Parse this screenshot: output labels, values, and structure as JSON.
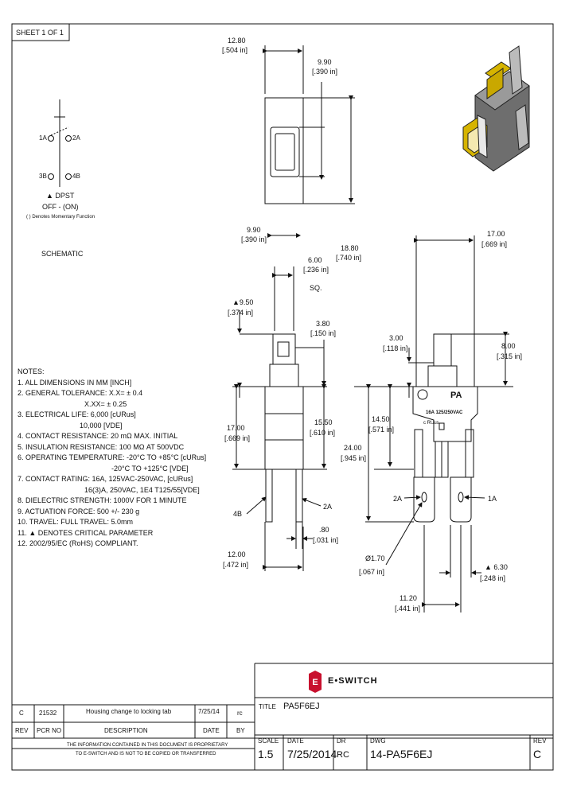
{
  "sheet": "SHEET 1 OF 1",
  "schematic": {
    "pins": [
      "1A",
      "2A",
      "3B",
      "4B"
    ],
    "type": "DPST",
    "action": "OFF - (ON)",
    "note": "( ) Denotes Momentary Function",
    "label": "SCHEMATIC"
  },
  "top_view": {
    "width_mm": "12.80",
    "width_in": "[.504 in]",
    "depth_mm": "9.90",
    "depth_in": "[.390 in]",
    "bottom_mm": "9.90",
    "bottom_in": "[.390 in]",
    "height_mm": "18.80",
    "height_in": "[.740 in]"
  },
  "front_view": {
    "sq_mm": "6.00",
    "sq_in": "[.236 in]",
    "sq_label": "SQ.",
    "act_mm": "9.50",
    "act_in": "[.374 in]",
    "head_mm": "3.80",
    "head_in": "[.150 in]",
    "h_mm": "17.00",
    "h_in": "[.669 in]",
    "body_mm": "15.50",
    "body_in": "[.610 in]",
    "term_left": "4B",
    "term_right": "2A",
    "thick_mm": ".80",
    "thick_in": "[.031 in]",
    "w_mm": "12.00",
    "w_in": "[.472 in]"
  },
  "side_view": {
    "top_mm": "17.00",
    "top_in": "[.669 in]",
    "a_mm": "3.00",
    "a_in": "[.118 in]",
    "b_mm": "8.00",
    "b_in": "[.315 in]",
    "c_mm": "14.50",
    "c_in": "[.571 in]",
    "d_mm": "24.00",
    "d_in": "[.945 in]",
    "term_left": "2A",
    "term_right": "1A",
    "hole_mm": "Ø1.70",
    "hole_in": "[.067 in]",
    "tab_mm": "6.30",
    "tab_in": "[.248 in]",
    "pitch_mm": "11.20",
    "pitch_in": "[.441 in]",
    "body_label": "PA",
    "rating_label": "16A 125/250VAC",
    "ul_label": "c ɌUus"
  },
  "notes": [
    "NOTES:",
    "1. ALL DIMENSIONS IN MM [INCH]",
    "2. GENERAL TOLERANCE: X.X= ± 0.4",
    "X.XX= ± 0.25",
    "3. ELECTRICAL LIFE: 6,000 [cURus]",
    "10,000 [VDE]",
    "4. CONTACT RESISTANCE: 20 mΩ MAX. INITIAL",
    "5. INSULATION RESISTANCE: 100 MΩ AT 500VDC",
    "6. OPERATING TEMPERATURE: -20°C TO +85°C [cURus]",
    "-20°C TO +125°C [VDE]",
    "7. CONTACT RATING: 16A, 125VAC-250VAC, [cURus]",
    "16(3)A, 250VAC, 1E4 T125/55[VDE]",
    "8. DIELECTRIC STRENGTH: 1000V FOR 1 MINUTE",
    "9. ACTUATION FORCE: 500 +/- 230 g",
    "10. TRAVEL: FULL TRAVEL: 5.0mm",
    "11. ▲ DENOTES CRITICAL PARAMETER",
    "12. 2002/95/EC (RoHS) COMPLIANT."
  ],
  "title_block": {
    "logo": "E•SWITCH",
    "title_label": "TITLE",
    "title": "PA5F6EJ",
    "rev_row": {
      "rev": "C",
      "pcr": "21532",
      "desc": "Housing change to locking tab",
      "date": "7/25/14",
      "by": "rc"
    },
    "headers": {
      "rev": "REV",
      "pcr": "PCR NO",
      "desc": "DESCRIPTION",
      "date": "DATE",
      "by": "BY"
    },
    "proprietary_1": "THE INFORMATION CONTAINED IN THIS DOCUMENT IS PROPRIETARY",
    "proprietary_2": "TO E-SWITCH AND IS NOT TO BE COPIED OR TRANSFERRED",
    "scale_label": "SCALE",
    "scale": "1.5",
    "date_label": "DATE",
    "date": "7/25/2014",
    "dr_label": "DR",
    "dr": "RC",
    "dwg_label": "DWG",
    "dwg": "14-PA5F6EJ",
    "rev_label": "REV",
    "rev": "C"
  },
  "colors": {
    "line": "#111111",
    "logo_red": "#c8102e",
    "tab_yellow": "#d6b400",
    "body_gray": "#6e6e6e"
  }
}
